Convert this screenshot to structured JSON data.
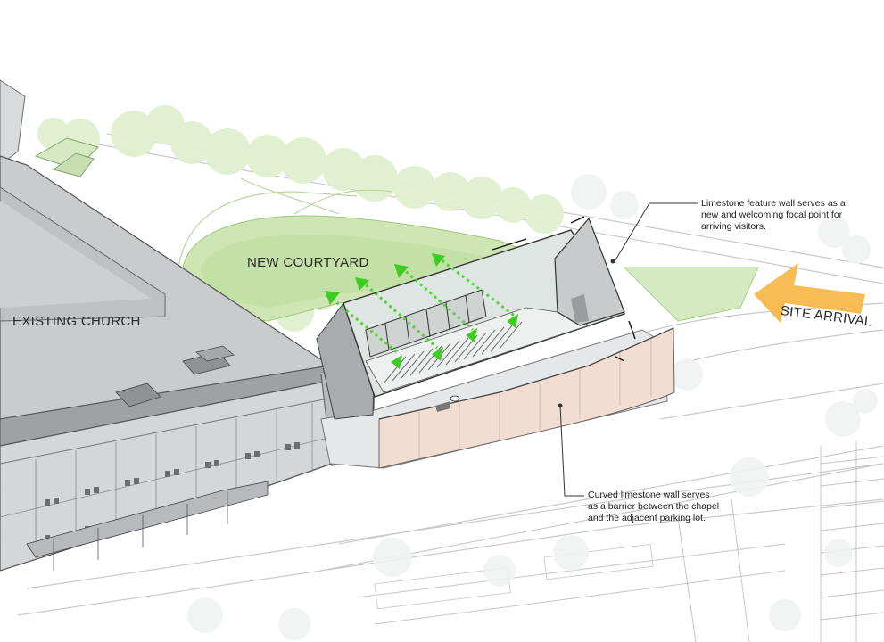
{
  "labels": {
    "existing_church": "EXISTING CHURCH",
    "new_courtyard": "NEW COURTYARD",
    "site_arrival": "SITE ARRIVAL"
  },
  "annotations": {
    "limestone_feature": {
      "lines": [
        "Limestone feature wall serves as a",
        "new and welcoming focal point for",
        "arriving visitors."
      ]
    },
    "curved_wall": {
      "lines": [
        "Curved limestone wall serves",
        "as a barrier between the chapel",
        "and the adjacent parking lot."
      ]
    }
  },
  "colors": {
    "grass": "#cfe6b4",
    "grass_dark": "#b8da98",
    "trees": "#dcefc8",
    "roof": "#c9cbcd",
    "wall": "#a9abae",
    "limestone": "#f2ddd2",
    "arrival_arrow": "#f6b64c",
    "airflow": "#4fd23b"
  },
  "icons": {
    "arrival": "arrow-left-icon",
    "airflow": "arrow-triangle-icon"
  }
}
